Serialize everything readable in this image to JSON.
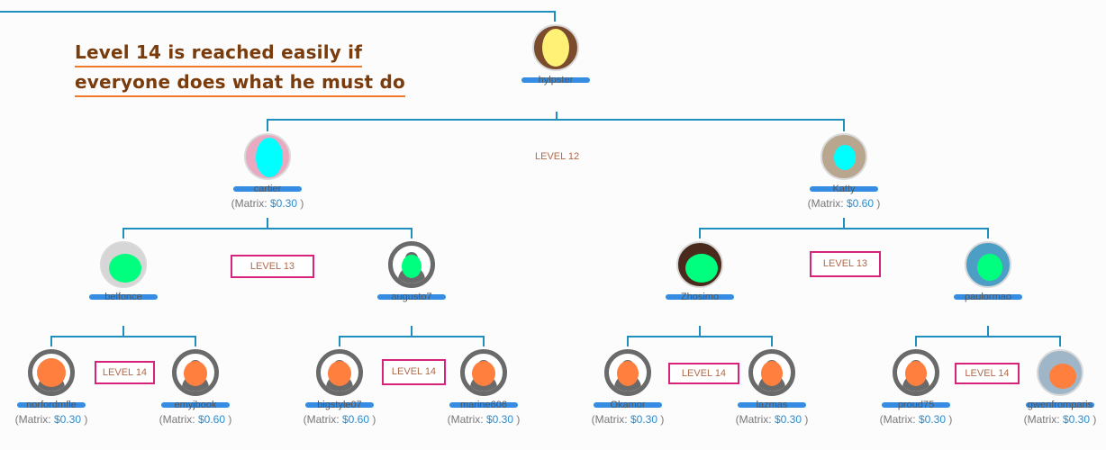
{
  "headline": {
    "line1": "Level 14 is reached easily if",
    "line2": "everyone does what he must do"
  },
  "level_labels": {
    "level12": "LEVEL 12",
    "level13": "LEVEL 13",
    "level14": "LEVEL 14"
  },
  "matrix_prefix": "(Matrix:",
  "matrix_suffix": ")",
  "colors": {
    "connector": "#1f8fbf",
    "level_border": "#d8237d",
    "amount": "#2d8bd0",
    "headline": "#7a3c0c",
    "headline_underline": "#f07a2a"
  },
  "tree": {
    "root": {
      "username": "hylpster",
      "avatar": "photo",
      "blob_color": "#fff176"
    },
    "level12": [
      {
        "username": "cartier",
        "amount": "$0.30",
        "avatar": "photo",
        "blob_color": "#00ffff"
      },
      {
        "username": "Katty",
        "amount": "$0.60",
        "avatar": "photo",
        "blob_color": "#00ffff"
      }
    ],
    "level13": [
      {
        "username": "belfonce",
        "avatar": "photo",
        "blob_color": "#00ff7f"
      },
      {
        "username": "augusto7",
        "avatar": "default",
        "blob_color": "#00ff7f"
      },
      {
        "username": "Zhosimo",
        "avatar": "photo",
        "blob_color": "#00ff7f"
      },
      {
        "username": "paulormao",
        "avatar": "photo",
        "blob_color": "#00ff7f"
      }
    ],
    "level14": [
      {
        "username": "norfordmfle",
        "amount": "$0.30",
        "avatar": "default",
        "blob_color": "#ff7f3f"
      },
      {
        "username": "emyjbook",
        "amount": "$0.60",
        "avatar": "default",
        "blob_color": "#ff7f3f"
      },
      {
        "username": "bigstyle07",
        "amount": "$0.60",
        "avatar": "default",
        "blob_color": "#ff7f3f"
      },
      {
        "username": "marine606",
        "amount": "$0.30",
        "avatar": "default",
        "blob_color": "#ff7f3f"
      },
      {
        "username": "Okamor",
        "amount": "$0.30",
        "avatar": "default",
        "blob_color": "#ff7f3f"
      },
      {
        "username": "lazmas",
        "amount": "$0.30",
        "avatar": "default",
        "blob_color": "#ff7f3f"
      },
      {
        "username": "proud75",
        "amount": "$0.30",
        "avatar": "default",
        "blob_color": "#ff7f3f"
      },
      {
        "username": "gwenfromparis",
        "amount": "$0.30",
        "avatar": "photo",
        "blob_color": "#ff7f3f"
      }
    ]
  }
}
